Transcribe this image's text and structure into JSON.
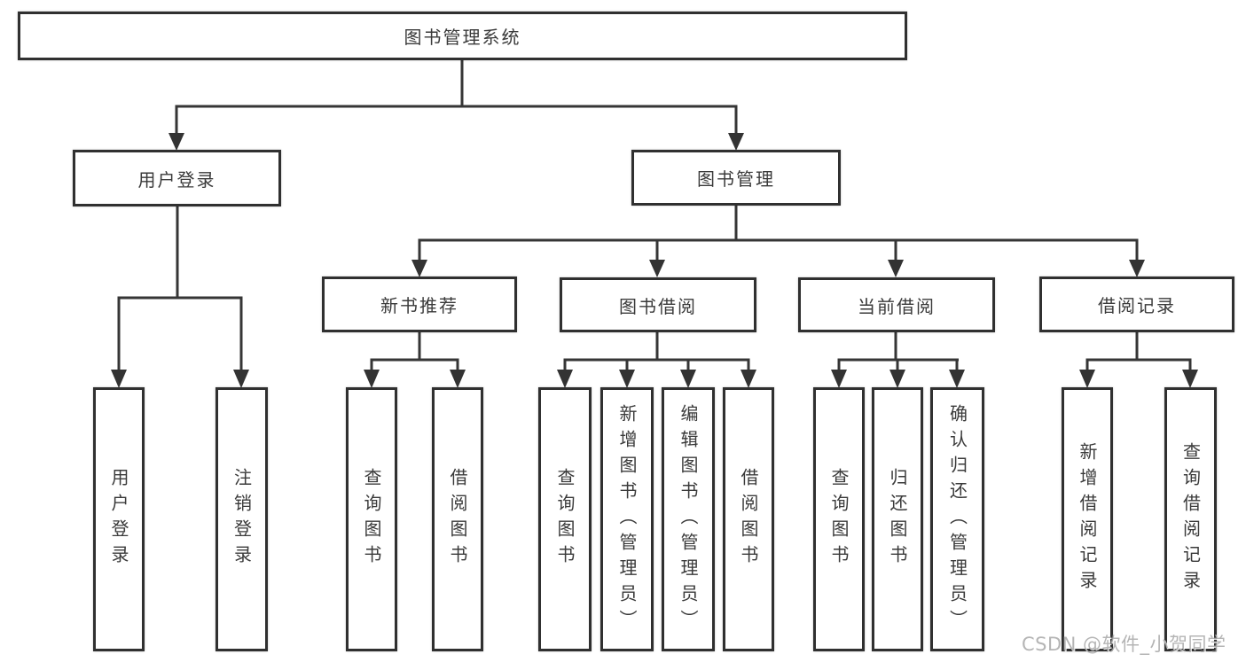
{
  "colors": {
    "line": "#363636",
    "box_border": "#303030",
    "text": "#3a3a3a",
    "background": "#ffffff",
    "watermark": "#a8a8a8"
  },
  "watermark": {
    "text": "CSDN @软件_小贺同学"
  },
  "tree": {
    "root": {
      "label": "图书管理系统",
      "children": [
        {
          "label": "用户登录",
          "children": [
            {
              "label": "用户登录"
            },
            {
              "label": "注销登录"
            }
          ]
        },
        {
          "label": "图书管理",
          "children": [
            {
              "label": "新书推荐",
              "children": [
                {
                  "label": "查询图书"
                },
                {
                  "label": "借阅图书"
                }
              ]
            },
            {
              "label": "图书借阅",
              "children": [
                {
                  "label": "查询图书"
                },
                {
                  "label": "新增图书（管理员）"
                },
                {
                  "label": "编辑图书（管理员）"
                },
                {
                  "label": "借阅图书"
                }
              ]
            },
            {
              "label": "当前借阅",
              "children": [
                {
                  "label": "查询图书"
                },
                {
                  "label": "归还图书"
                },
                {
                  "label": "确认归还（管理员）"
                }
              ]
            },
            {
              "label": "借阅记录",
              "children": [
                {
                  "label": "新增借阅记录"
                },
                {
                  "label": "查询借阅记录"
                }
              ]
            }
          ]
        }
      ]
    }
  }
}
